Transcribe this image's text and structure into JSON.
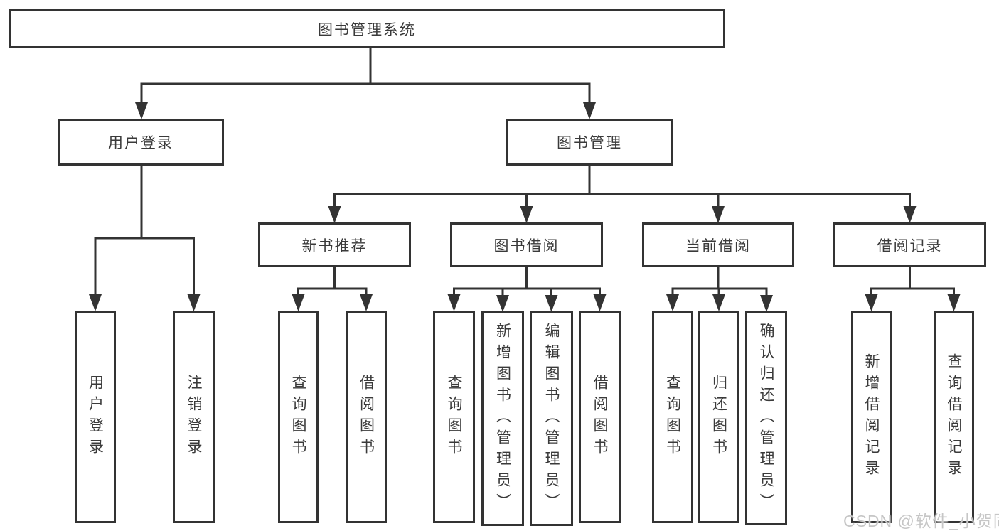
{
  "diagram": {
    "root": {
      "label": "图书管理系统",
      "children": [
        {
          "label": "用户登录",
          "children": [
            {
              "label": "用户登录"
            },
            {
              "label": "注销登录"
            }
          ]
        },
        {
          "label": "图书管理",
          "children": [
            {
              "label": "新书推荐",
              "children": [
                {
                  "label": "查询图书"
                },
                {
                  "label": "借阅图书"
                }
              ]
            },
            {
              "label": "图书借阅",
              "children": [
                {
                  "label": "查询图书"
                },
                {
                  "label": "新增图书（管理员）"
                },
                {
                  "label": "编辑图书（管理员）"
                },
                {
                  "label": "借阅图书"
                }
              ]
            },
            {
              "label": "当前借阅",
              "children": [
                {
                  "label": "查询图书"
                },
                {
                  "label": "归还图书"
                },
                {
                  "label": "确认归还（管理员）"
                }
              ]
            },
            {
              "label": "借阅记录",
              "children": [
                {
                  "label": "新增借阅记录"
                },
                {
                  "label": "查询借阅记录"
                }
              ]
            }
          ]
        }
      ]
    }
  },
  "watermark": "CSDN @软件_小贺同学",
  "colors": {
    "line": "#333333",
    "text": "#3a3a3a",
    "watermark": "#c6c6c6",
    "background": "#ffffff"
  }
}
